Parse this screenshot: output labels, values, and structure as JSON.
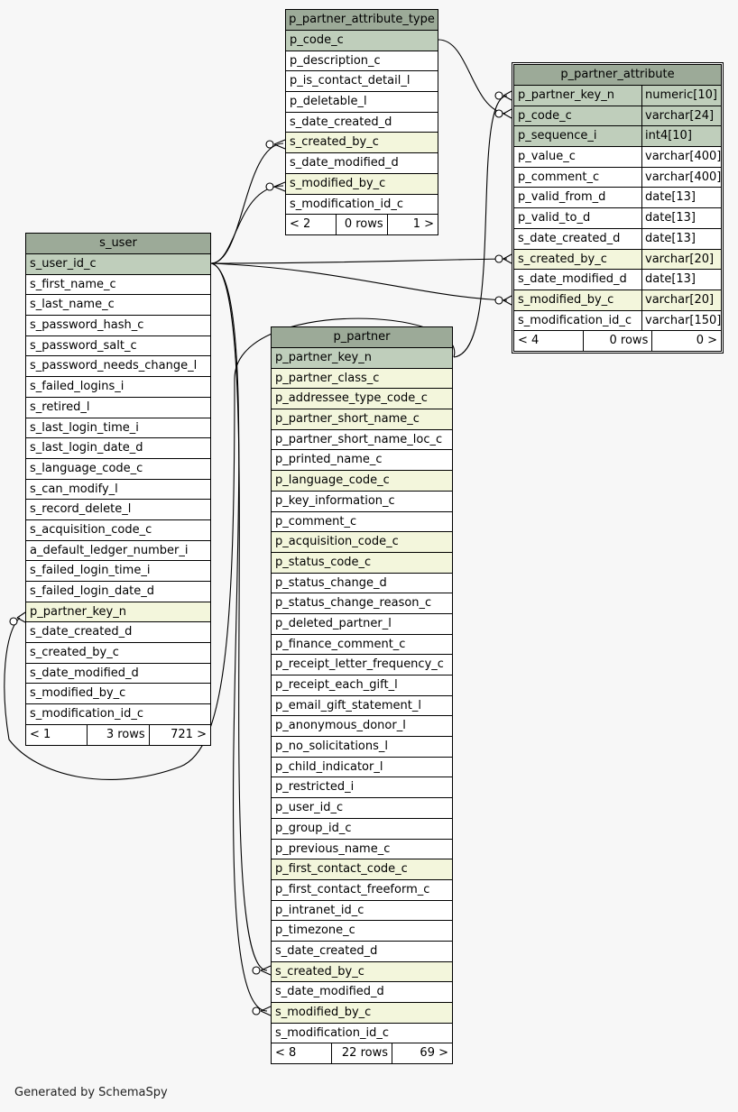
{
  "credit": "Generated by SchemaSpy",
  "tables": {
    "p_partner_attribute_type": {
      "name": "p_partner_attribute_type",
      "columns": [
        {
          "name": "p_code_c",
          "kind": "pk"
        },
        {
          "name": "p_description_c",
          "kind": ""
        },
        {
          "name": "p_is_contact_detail_l",
          "kind": ""
        },
        {
          "name": "p_deletable_l",
          "kind": ""
        },
        {
          "name": "s_date_created_d",
          "kind": ""
        },
        {
          "name": "s_created_by_c",
          "kind": "fk"
        },
        {
          "name": "s_date_modified_d",
          "kind": ""
        },
        {
          "name": "s_modified_by_c",
          "kind": "fk"
        },
        {
          "name": "s_modification_id_c",
          "kind": ""
        }
      ],
      "footer": [
        "< 2",
        "0 rows",
        "1 >"
      ]
    },
    "p_partner_attribute": {
      "name": "p_partner_attribute",
      "columns": [
        {
          "name": "p_partner_key_n",
          "type": "numeric[10]",
          "kind": "pk"
        },
        {
          "name": "p_code_c",
          "type": "varchar[24]",
          "kind": "pk"
        },
        {
          "name": "p_sequence_i",
          "type": "int4[10]",
          "kind": "pk"
        },
        {
          "name": "p_value_c",
          "type": "varchar[400]",
          "kind": ""
        },
        {
          "name": "p_comment_c",
          "type": "varchar[400]",
          "kind": ""
        },
        {
          "name": "p_valid_from_d",
          "type": "date[13]",
          "kind": ""
        },
        {
          "name": "p_valid_to_d",
          "type": "date[13]",
          "kind": ""
        },
        {
          "name": "s_date_created_d",
          "type": "date[13]",
          "kind": ""
        },
        {
          "name": "s_created_by_c",
          "type": "varchar[20]",
          "kind": "fk"
        },
        {
          "name": "s_date_modified_d",
          "type": "date[13]",
          "kind": ""
        },
        {
          "name": "s_modified_by_c",
          "type": "varchar[20]",
          "kind": "fk"
        },
        {
          "name": "s_modification_id_c",
          "type": "varchar[150]",
          "kind": ""
        }
      ],
      "footer": [
        "< 4",
        "0 rows",
        "0 >"
      ]
    },
    "s_user": {
      "name": "s_user",
      "columns": [
        {
          "name": "s_user_id_c",
          "kind": "pk"
        },
        {
          "name": "s_first_name_c",
          "kind": ""
        },
        {
          "name": "s_last_name_c",
          "kind": ""
        },
        {
          "name": "s_password_hash_c",
          "kind": ""
        },
        {
          "name": "s_password_salt_c",
          "kind": ""
        },
        {
          "name": "s_password_needs_change_l",
          "kind": ""
        },
        {
          "name": "s_failed_logins_i",
          "kind": ""
        },
        {
          "name": "s_retired_l",
          "kind": ""
        },
        {
          "name": "s_last_login_time_i",
          "kind": ""
        },
        {
          "name": "s_last_login_date_d",
          "kind": ""
        },
        {
          "name": "s_language_code_c",
          "kind": ""
        },
        {
          "name": "s_can_modify_l",
          "kind": ""
        },
        {
          "name": "s_record_delete_l",
          "kind": ""
        },
        {
          "name": "s_acquisition_code_c",
          "kind": ""
        },
        {
          "name": "a_default_ledger_number_i",
          "kind": ""
        },
        {
          "name": "s_failed_login_time_i",
          "kind": ""
        },
        {
          "name": "s_failed_login_date_d",
          "kind": ""
        },
        {
          "name": "p_partner_key_n",
          "kind": "fk"
        },
        {
          "name": "s_date_created_d",
          "kind": ""
        },
        {
          "name": "s_created_by_c",
          "kind": ""
        },
        {
          "name": "s_date_modified_d",
          "kind": ""
        },
        {
          "name": "s_modified_by_c",
          "kind": ""
        },
        {
          "name": "s_modification_id_c",
          "kind": ""
        }
      ],
      "footer": [
        "< 1",
        "3 rows",
        "721 >"
      ]
    },
    "p_partner": {
      "name": "p_partner",
      "columns": [
        {
          "name": "p_partner_key_n",
          "kind": "pk"
        },
        {
          "name": "p_partner_class_c",
          "kind": "fk"
        },
        {
          "name": "p_addressee_type_code_c",
          "kind": "fk"
        },
        {
          "name": "p_partner_short_name_c",
          "kind": "fk"
        },
        {
          "name": "p_partner_short_name_loc_c",
          "kind": ""
        },
        {
          "name": "p_printed_name_c",
          "kind": ""
        },
        {
          "name": "p_language_code_c",
          "kind": "fk"
        },
        {
          "name": "p_key_information_c",
          "kind": ""
        },
        {
          "name": "p_comment_c",
          "kind": ""
        },
        {
          "name": "p_acquisition_code_c",
          "kind": "fk"
        },
        {
          "name": "p_status_code_c",
          "kind": "fk"
        },
        {
          "name": "p_status_change_d",
          "kind": ""
        },
        {
          "name": "p_status_change_reason_c",
          "kind": ""
        },
        {
          "name": "p_deleted_partner_l",
          "kind": ""
        },
        {
          "name": "p_finance_comment_c",
          "kind": ""
        },
        {
          "name": "p_receipt_letter_frequency_c",
          "kind": ""
        },
        {
          "name": "p_receipt_each_gift_l",
          "kind": ""
        },
        {
          "name": "p_email_gift_statement_l",
          "kind": ""
        },
        {
          "name": "p_anonymous_donor_l",
          "kind": ""
        },
        {
          "name": "p_no_solicitations_l",
          "kind": ""
        },
        {
          "name": "p_child_indicator_l",
          "kind": ""
        },
        {
          "name": "p_restricted_i",
          "kind": ""
        },
        {
          "name": "p_user_id_c",
          "kind": ""
        },
        {
          "name": "p_group_id_c",
          "kind": ""
        },
        {
          "name": "p_previous_name_c",
          "kind": ""
        },
        {
          "name": "p_first_contact_code_c",
          "kind": "fk"
        },
        {
          "name": "p_first_contact_freeform_c",
          "kind": ""
        },
        {
          "name": "p_intranet_id_c",
          "kind": ""
        },
        {
          "name": "p_timezone_c",
          "kind": ""
        },
        {
          "name": "s_date_created_d",
          "kind": ""
        },
        {
          "name": "s_created_by_c",
          "kind": "fk"
        },
        {
          "name": "s_date_modified_d",
          "kind": ""
        },
        {
          "name": "s_modified_by_c",
          "kind": "fk"
        },
        {
          "name": "s_modification_id_c",
          "kind": ""
        }
      ],
      "footer": [
        "< 8",
        "22 rows",
        "69 >"
      ]
    }
  }
}
